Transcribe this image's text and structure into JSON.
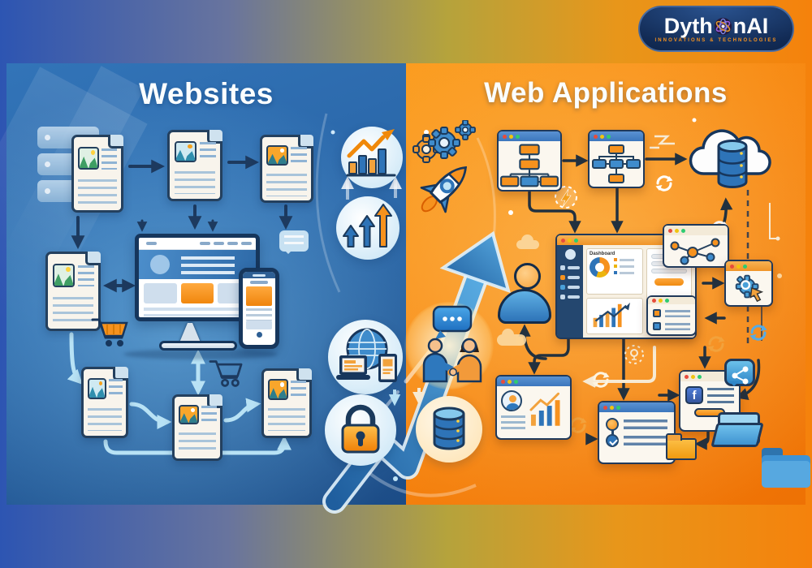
{
  "brand": {
    "name_prefix": "Dyth",
    "name_suffix": "nAI",
    "tagline": "INNOVATIONS & TECHNOLOGIES"
  },
  "left_panel": {
    "title": "Websites",
    "theme_color": "#2a6cb0",
    "elements": [
      "server-stack",
      "document-page",
      "document-page",
      "document-page",
      "document-page",
      "document-page",
      "document-page",
      "desktop-monitor-website",
      "smartphone-website",
      "chat-bubble",
      "shopping-cart-orange",
      "shopping-cart-outline"
    ]
  },
  "center_strip": {
    "elements": [
      "bar-chart-growth-badge",
      "ascending-arrows-badge",
      "gears",
      "rocket",
      "big-growth-arrow",
      "globe-devices-badge",
      "padlock-badge",
      "team-chat-handshake",
      "database-badge"
    ]
  },
  "right_panel": {
    "title": "Web Applications",
    "theme_color": "#f6820e",
    "dashboard_label": "Dashboard",
    "facebook_letter": "f",
    "elements": [
      "flowchart-window",
      "flowchart-window",
      "cloud-database",
      "dashboard-window",
      "network-graph-window",
      "settings-gear-window",
      "content-blocks-window",
      "person",
      "user-profile-window",
      "checklist-window",
      "facebook-window",
      "share-bubble",
      "open-folder",
      "orange-folder",
      "flat-folder",
      "sync-arrows",
      "lightning-badge",
      "idea-bulb"
    ]
  },
  "colors": {
    "frame_gradient_start": "#2d55b2",
    "frame_gradient_mid": "#b5a33c",
    "frame_gradient_end": "#f5820c",
    "left_bg": "#2a6cb0",
    "right_bg": "#f6820e",
    "accent_orange": "#f6921e",
    "accent_blue": "#2e74b8",
    "navy_outline": "#1d3a5f",
    "light_arrow": "#b8e2f5",
    "logo_bg": "#122b55",
    "logo_tagline": "#f6921e"
  }
}
